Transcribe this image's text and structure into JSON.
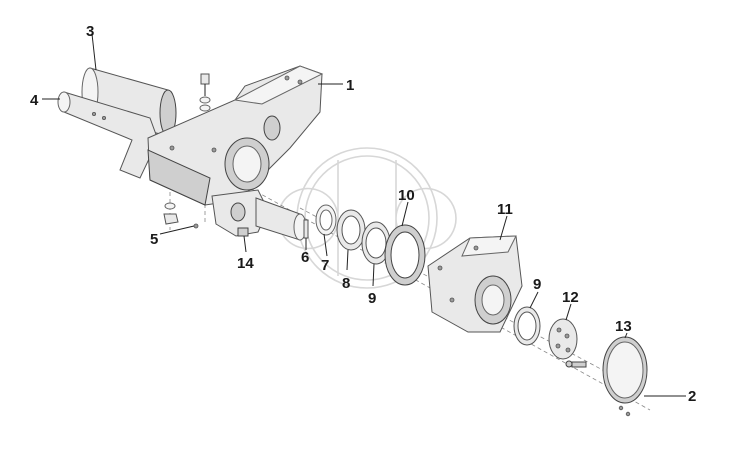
{
  "diagram": {
    "callouts": [
      "1",
      "2",
      "3",
      "4",
      "5",
      "6",
      "7",
      "8",
      "9",
      "9",
      "10",
      "11",
      "12",
      "13",
      "14"
    ]
  }
}
